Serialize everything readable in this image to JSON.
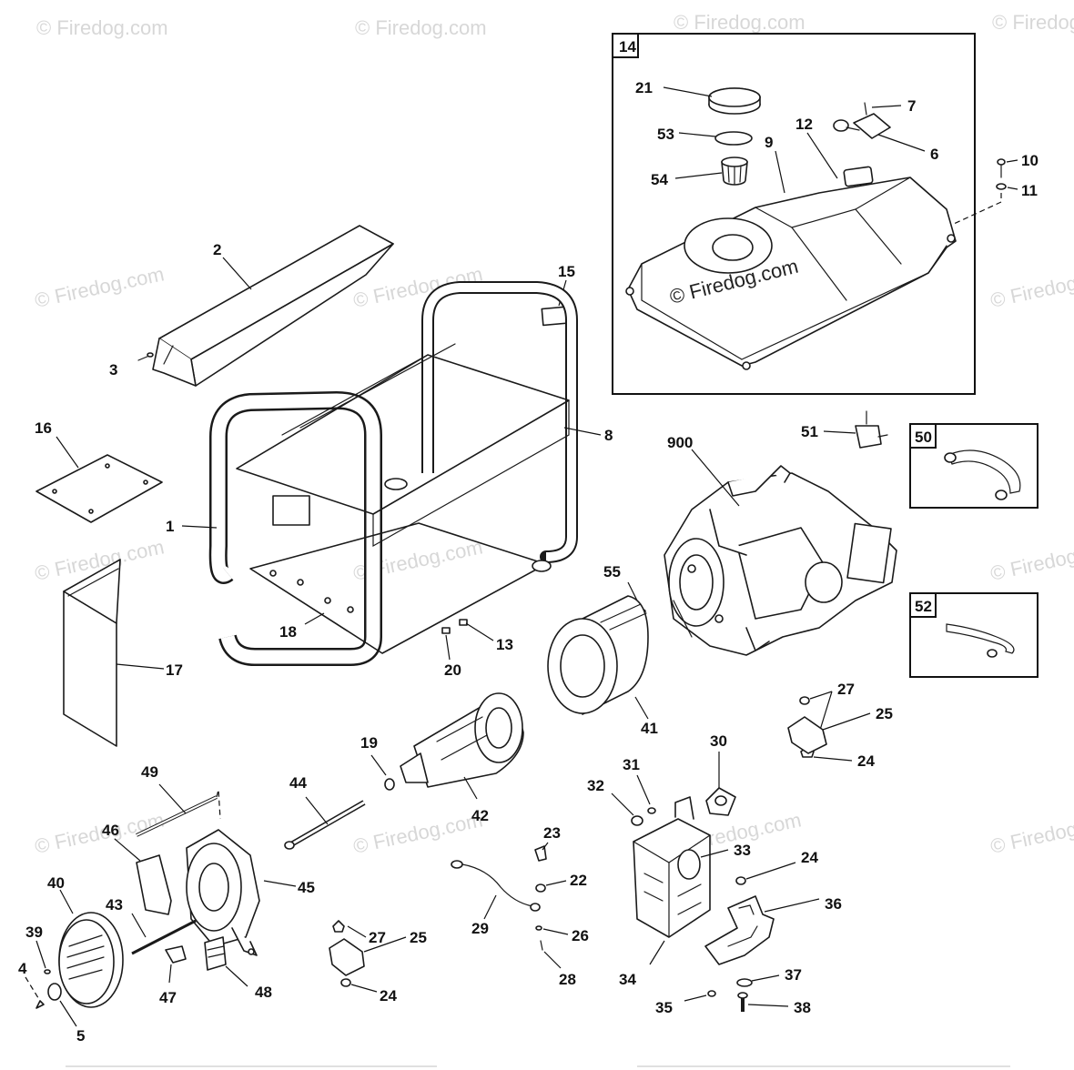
{
  "watermark": "© Firedog.com",
  "watermark_center": "© Firedog.com",
  "callouts": {
    "c1": "1",
    "c2": "2",
    "c3": "3",
    "c4": "4",
    "c5": "5",
    "c6": "6",
    "c7": "7",
    "c8": "8",
    "c9": "9",
    "c10": "10",
    "c11": "11",
    "c12": "12",
    "c13": "13",
    "c14": "14",
    "c15": "15",
    "c16": "16",
    "c17": "17",
    "c18": "18",
    "c19": "19",
    "c20": "20",
    "c21": "21",
    "c22": "22",
    "c23": "23",
    "c24a": "24",
    "c24b": "24",
    "c24c": "24",
    "c25a": "25",
    "c25b": "25",
    "c26": "26",
    "c27a": "27",
    "c27b": "27",
    "c28": "28",
    "c29": "29",
    "c30": "30",
    "c31": "31",
    "c32": "32",
    "c33": "33",
    "c34": "34",
    "c35": "35",
    "c36": "36",
    "c37": "37",
    "c38": "38",
    "c39": "39",
    "c40": "40",
    "c41": "41",
    "c42": "42",
    "c43": "43",
    "c44": "44",
    "c45": "45",
    "c46": "46",
    "c47": "47",
    "c48": "48",
    "c49": "49",
    "c50": "50",
    "c51": "51",
    "c52": "52",
    "c53": "53",
    "c54": "54",
    "c55": "55",
    "c900": "900"
  }
}
